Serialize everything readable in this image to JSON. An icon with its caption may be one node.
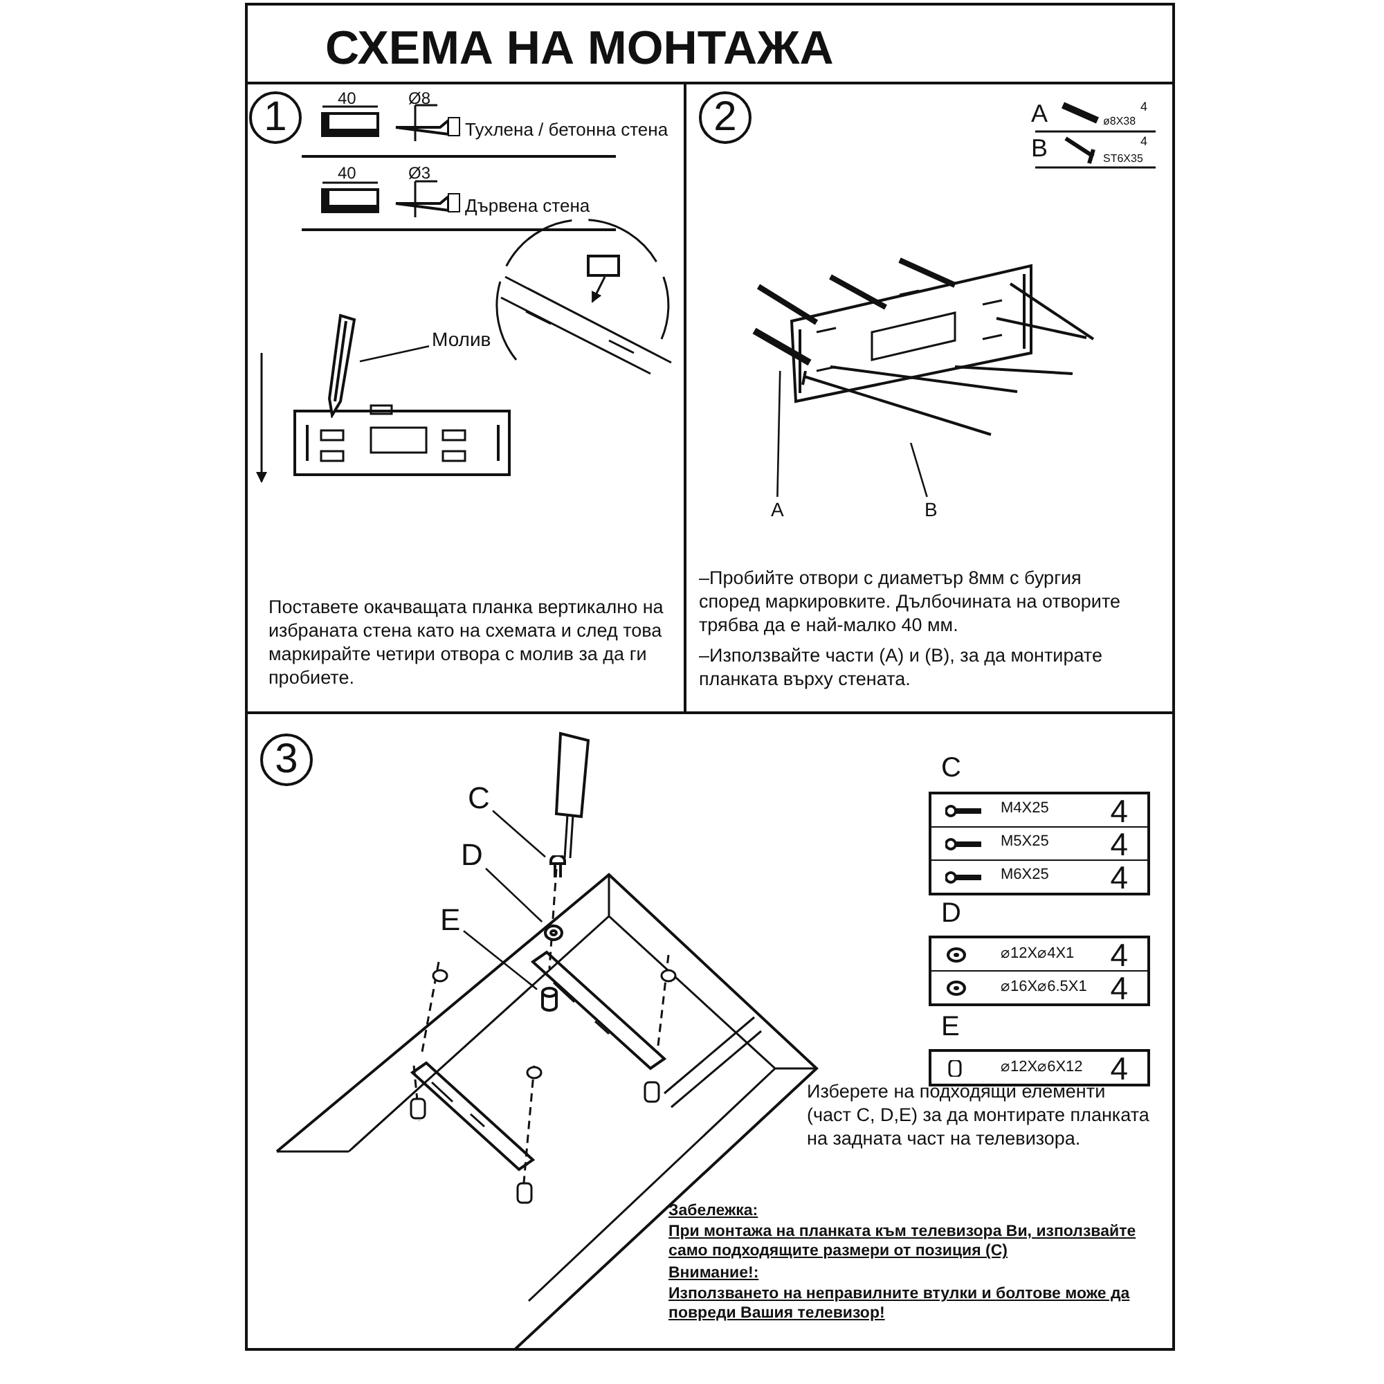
{
  "diagram": {
    "title": "СХЕМА НА МОНТАЖА",
    "nodes": [
      {
        "text": [
          "Молив"
        ]
      },
      {
        "text": [
          "A"
        ]
      },
      {
        "text": [
          "B"
        ]
      },
      {
        "text": [
          "C"
        ]
      },
      {
        "text": [
          "D"
        ]
      },
      {
        "text": [
          "E"
        ]
      },
      {
        "text": [],
        "shape": "picture"
      },
      {
        "text": [],
        "shape": "picture"
      },
      {
        "text": [],
        "shape": "picture"
      },
      {
        "text": [],
        "shape": "picture"
      },
      {
        "text": [],
        "shape": "circle"
      },
      {
        "text": [],
        "shape": "cylinder"
      }
    ],
    "edges": [
      {
        "from": 0,
        "to": 6,
        "arrow": "none"
      },
      {
        "from": 1,
        "to": 7,
        "arrow": "none"
      },
      {
        "from": 2,
        "to": 8,
        "arrow": "none"
      },
      {
        "from": 3,
        "to": 9,
        "arrow": "none"
      },
      {
        "from": 4,
        "to": 10,
        "arrow": "none"
      },
      {
        "from": 5,
        "to": 11,
        "arrow": "none"
      }
    ],
    "labels": [
      "1",
      "40",
      "Ø8",
      "Тухлена / бетонна стена",
      "40",
      "Ø3",
      "Дървена стена",
      "Поставете окачващата планка вертикално на избраната стена като на схемата и след това маркирайте четири отвора с молив за да ги пробиете.",
      "2",
      "A",
      "ø8X38",
      "4",
      "B",
      "ST6X35",
      "4",
      "–Пробийте отвори с диаметър 8мм с бургия според маркировките. Дълбочината на отворите трябва да е най-малко 40 мм.",
      "–Използвайте части (A) и (B), за да монтирате планката върху стената.",
      "3",
      "C",
      "M4X25",
      "4",
      "M5X25",
      "4",
      "M6X25",
      "4",
      "D",
      "⌀12X⌀4X1",
      "4",
      "⌀16X⌀6.5X1",
      "4",
      "E",
      "⌀12X⌀6X12",
      "4",
      "Изберете на подходящи елементи (част C, D,E) за да монтирате планката на задната част на телевизора.",
      "Забележка:",
      "При монтажа на планката към телевизора Ви, използвайте само подходящите размери от позиция (C)",
      "Внимание!:",
      "Използването на неправилните втулки и болтове може да повреди Вашия телевизор!"
    ]
  }
}
